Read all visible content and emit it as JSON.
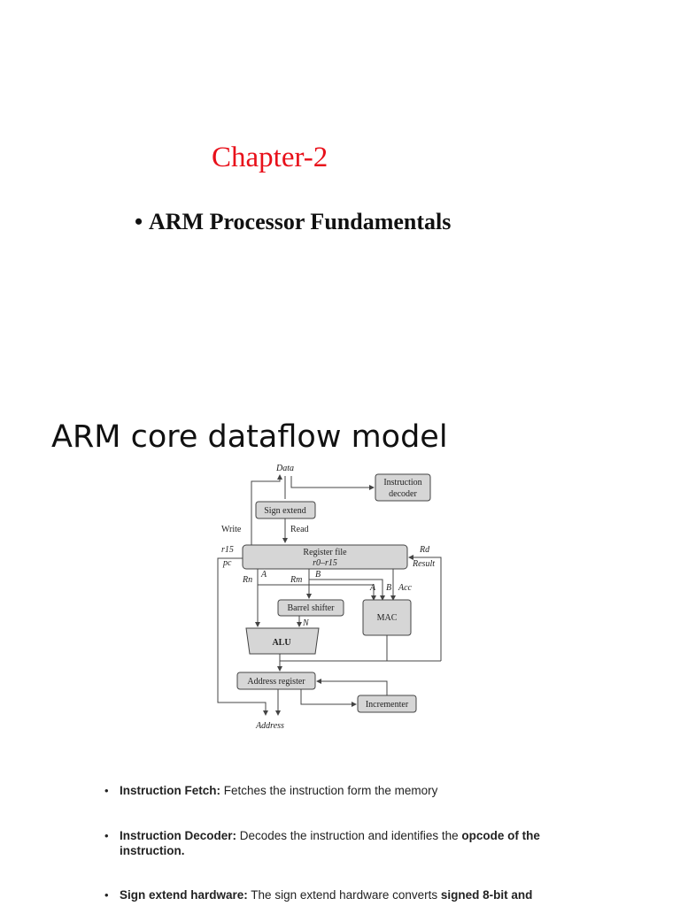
{
  "chapter": "Chapter-2",
  "subtitle": "ARM Processor Fundamentals",
  "heading": "ARM core dataflow model",
  "diagram": {
    "data": "Data",
    "instruction_decoder_1": "Instruction",
    "instruction_decoder_2": "decoder",
    "sign_extend": "Sign extend",
    "write": "Write",
    "read": "Read",
    "r15": "r15",
    "pc": "pc",
    "register_file_1": "Register file",
    "register_file_2": "r0–r15",
    "rd": "Rd",
    "result": "Result",
    "rn": "Rn",
    "a": "A",
    "rm": "Rm",
    "b": "B",
    "a2": "A",
    "b2": "B",
    "acc": "Acc",
    "barrel_shifter": "Barrel shifter",
    "n": "N",
    "mac": "MAC",
    "alu": "ALU",
    "address_register": "Address register",
    "incrementer": "Incrementer",
    "address": "Address"
  },
  "bullets": [
    {
      "term": "Instruction Fetch:",
      "text": " Fetches the instruction form the memory"
    },
    {
      "term": "Instruction Decoder:",
      "text": " Decodes the instruction and identifies the ",
      "term2": "opcode of the instruction."
    },
    {
      "term": "Sign extend hardware:",
      "text": " The sign extend hardware converts ",
      "term2": "signed 8-bit and"
    }
  ]
}
